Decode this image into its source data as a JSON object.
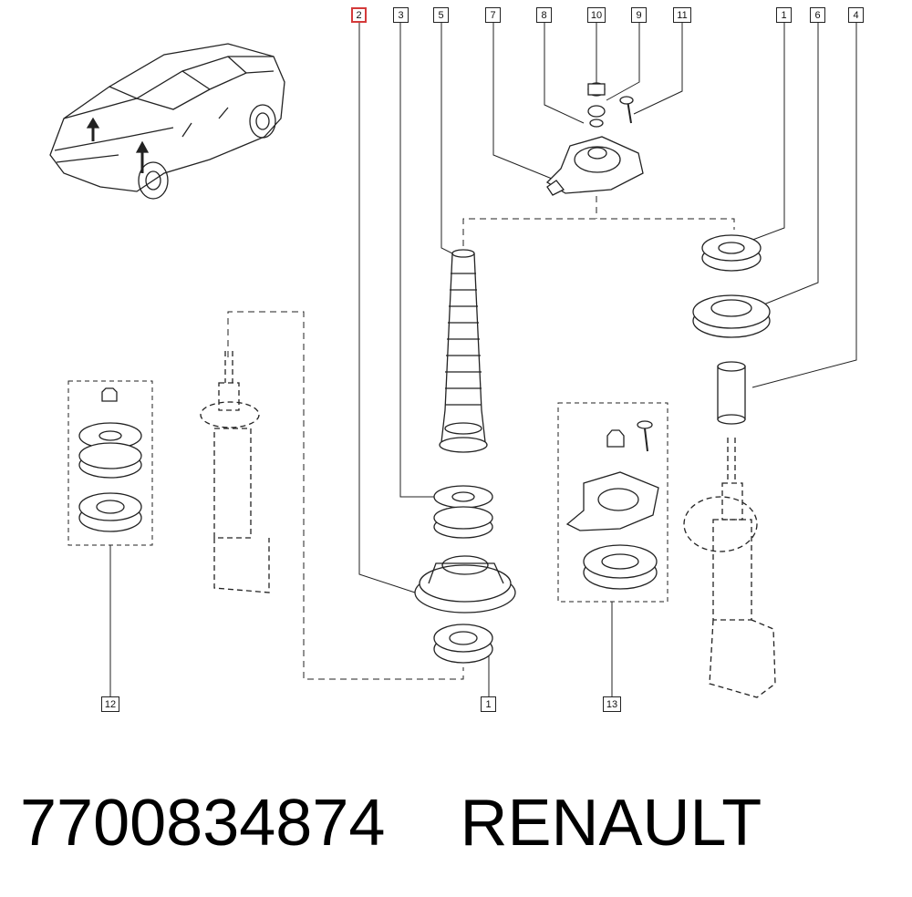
{
  "diagram": {
    "callouts": [
      {
        "key": "c2",
        "label": "2",
        "selected": true
      },
      {
        "key": "c3",
        "label": "3"
      },
      {
        "key": "c5",
        "label": "5"
      },
      {
        "key": "c7",
        "label": "7"
      },
      {
        "key": "c8",
        "label": "8"
      },
      {
        "key": "c10",
        "label": "10"
      },
      {
        "key": "c9",
        "label": "9"
      },
      {
        "key": "c11",
        "label": "11"
      },
      {
        "key": "c1a",
        "label": "1"
      },
      {
        "key": "c6",
        "label": "6"
      },
      {
        "key": "c4",
        "label": "4"
      },
      {
        "key": "c12",
        "label": "12"
      },
      {
        "key": "c1b",
        "label": "1"
      },
      {
        "key": "c13",
        "label": "13"
      }
    ],
    "highlight_color": "#d43a3a"
  },
  "footer": {
    "part_number": "7700834874",
    "brand": "RENAULT"
  }
}
